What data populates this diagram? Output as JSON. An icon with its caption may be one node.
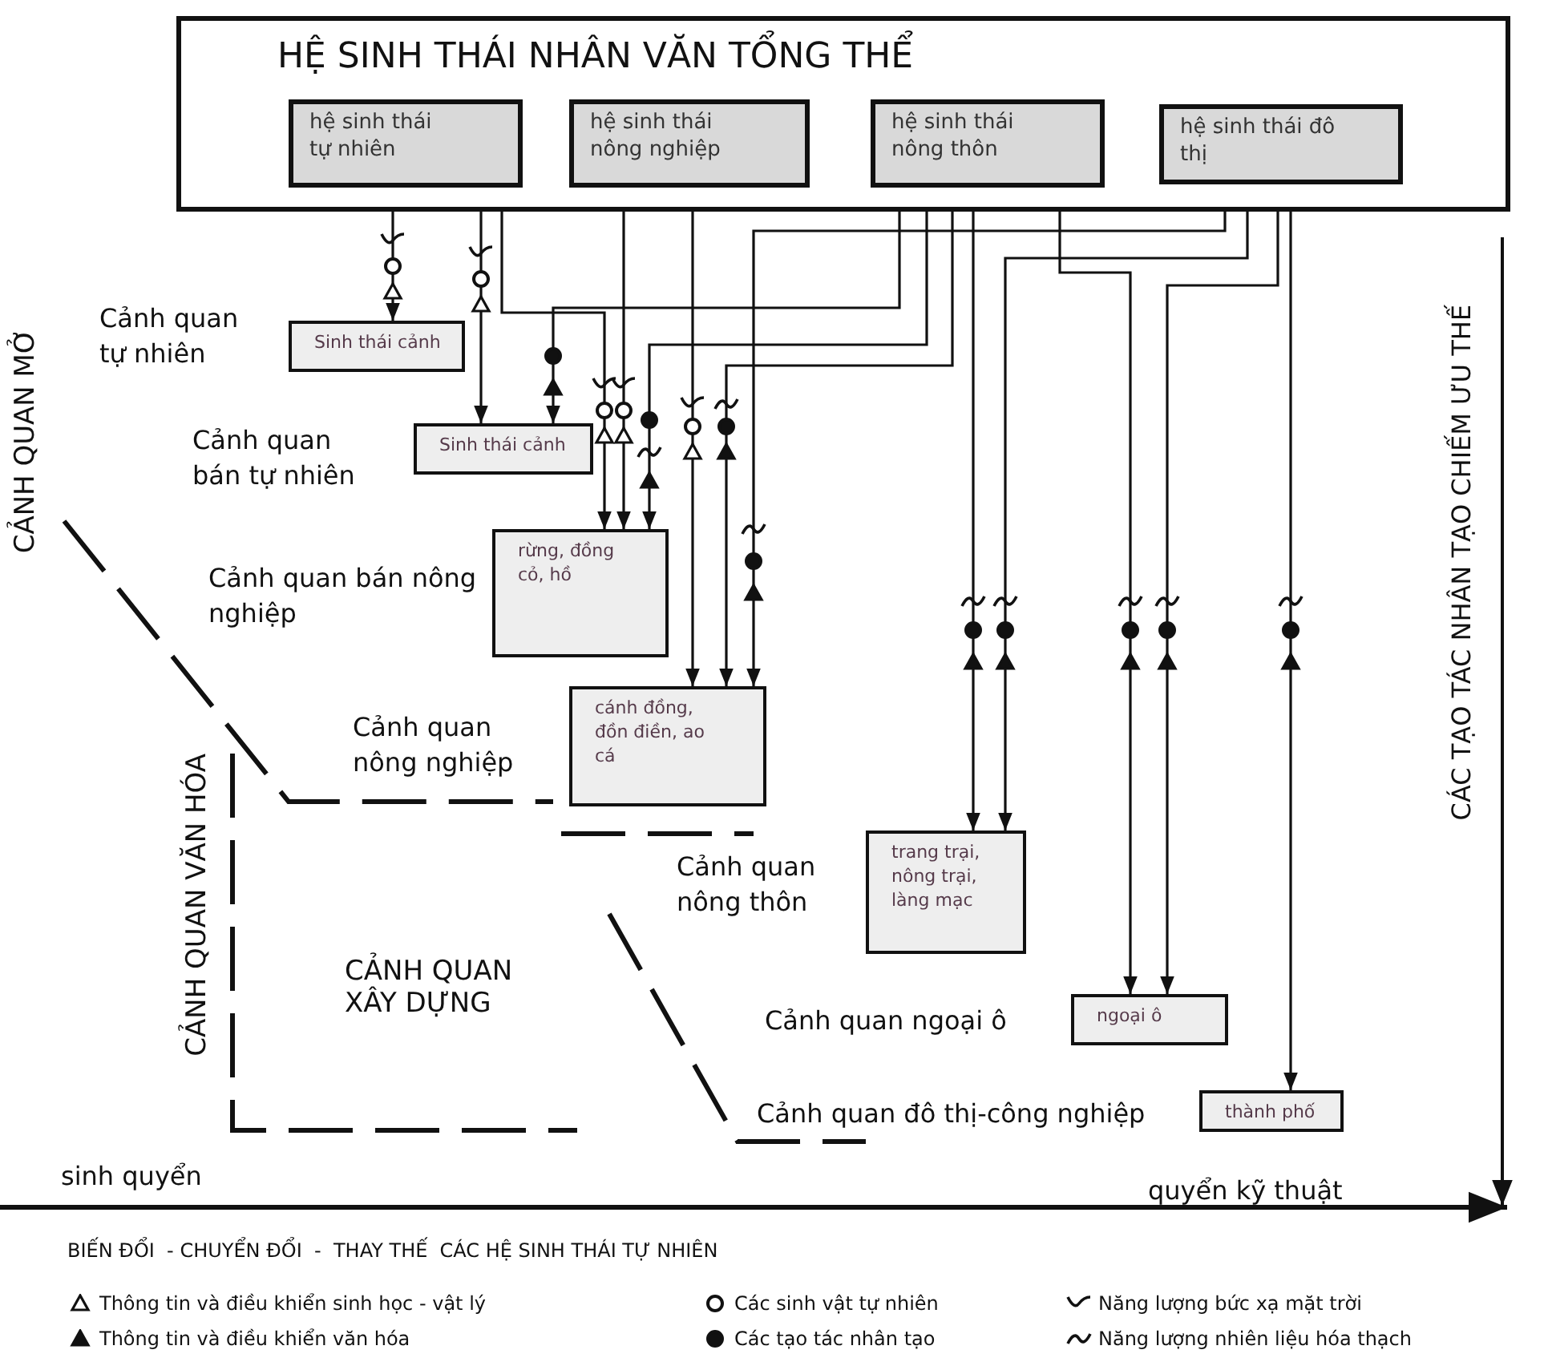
{
  "diagram": {
    "nodes": [
      {
        "text": [
          "HỆ SINH THÁI NHÂN VĂN TỔNG THỂ"
        ]
      },
      {
        "text": [
          "hệ sinh thái tự nhiên"
        ],
        "in": 0
      },
      {
        "text": [
          "hệ sinh thái nông nghiệp"
        ],
        "in": 0
      },
      {
        "text": [
          "hệ sinh thái nông thôn"
        ],
        "in": 0
      },
      {
        "text": [
          "hệ sinh thái đô thị"
        ],
        "in": 0
      },
      {
        "text": [
          "Sinh thái cảnh"
        ],
        "beside": [
          "Cảnh quan tự nhiên"
        ]
      },
      {
        "text": [
          "Sinh thái cảnh"
        ],
        "beside": [
          "Cảnh quan bán tự nhiên"
        ]
      },
      {
        "text": [
          "rừng, đồng cỏ, hồ"
        ],
        "beside": [
          "Cảnh quan bán nông nghiệp"
        ]
      },
      {
        "text": [
          "cánh đồng, đồn điền, ao cá"
        ],
        "beside": [
          "Cảnh quan nông nghiệp"
        ]
      },
      {
        "text": [
          "trang trại, nông trại, làng mạc"
        ],
        "beside": [
          "Cảnh quan nông thôn"
        ]
      },
      {
        "text": [
          "ngoại ô"
        ],
        "beside": [
          "Cảnh quan ngoại ô"
        ]
      },
      {
        "text": [
          "thành phố"
        ],
        "beside": [
          "Cảnh quan đô thị-công nghiệp"
        ]
      }
    ],
    "edges": [
      {
        "from": 1,
        "to": 5,
        "arrow": "to"
      },
      {
        "from": 1,
        "to": 6,
        "arrow": "to"
      },
      {
        "from": 1,
        "to": 7,
        "arrow": "to"
      },
      {
        "from": 2,
        "to": 7,
        "arrow": "to"
      },
      {
        "from": 3,
        "to": 7,
        "arrow": "to"
      },
      {
        "from": 3,
        "to": 6,
        "arrow": "to"
      },
      {
        "from": 2,
        "to": 8,
        "arrow": "to"
      },
      {
        "from": 3,
        "to": 8,
        "arrow": "to"
      },
      {
        "from": 4,
        "to": 8,
        "arrow": "to"
      },
      {
        "from": 3,
        "to": 9,
        "arrow": "to"
      },
      {
        "from": 4,
        "to": 9,
        "arrow": "to"
      },
      {
        "from": 3,
        "to": 10,
        "arrow": "to"
      },
      {
        "from": 4,
        "to": 10,
        "arrow": "to"
      },
      {
        "from": 4,
        "to": 11,
        "arrow": "to"
      }
    ],
    "labels": [
      "CẢNH QUAN MỞ",
      "CẢNH QUAN VĂN HÓA",
      "CẢNH QUAN XÂY DỰNG",
      "CÁC TẠO TÁC NHÂN TẠO CHIẾM ƯU THẾ",
      "sinh quyển",
      "quyển kỹ thuật",
      "BIẾN ĐỔI  - CHUYỂN ĐỔI  -  THAY THẾ  CÁC HỆ SINH THÁI TỰ NHIÊN"
    ],
    "legend": [
      {
        "text": "Thông tin và điều khiển sinh học - vật lý"
      },
      {
        "text": "Thông tin và điều khiển văn hóa"
      },
      {
        "text": "Các sinh vật tự nhiên"
      },
      {
        "text": "Các tạo tác nhân tạo"
      },
      {
        "text": "Năng lượng bức xạ mặt trời"
      },
      {
        "text": "Năng lượng nhiên liệu hóa thạch"
      }
    ]
  }
}
